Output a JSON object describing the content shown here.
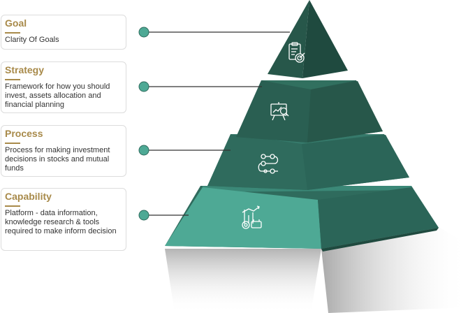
{
  "levels": [
    {
      "title": "Goal",
      "description": "Clarity Of Goals",
      "icon": "goal-target-clipboard-icon"
    },
    {
      "title": "Strategy",
      "description": "Framework for how you should invest, assets allocation and financial planning",
      "icon": "strategy-presentation-board-icon"
    },
    {
      "title": "Process",
      "description": "Process for making investment decisions in stocks and mutual funds",
      "icon": "process-flow-nodes-icon"
    },
    {
      "title": "Capability",
      "description": "Platform - data information, knowledge research & tools required to make inform decision",
      "icon": "capability-tools-chart-icon"
    }
  ],
  "colors": {
    "accent_gold": "#a88a4a",
    "pyramid_dark": "#27574a",
    "pyramid_mid": "#2f6b5d",
    "pyramid_light": "#4ea995",
    "connector_dot": "#4ea995"
  }
}
